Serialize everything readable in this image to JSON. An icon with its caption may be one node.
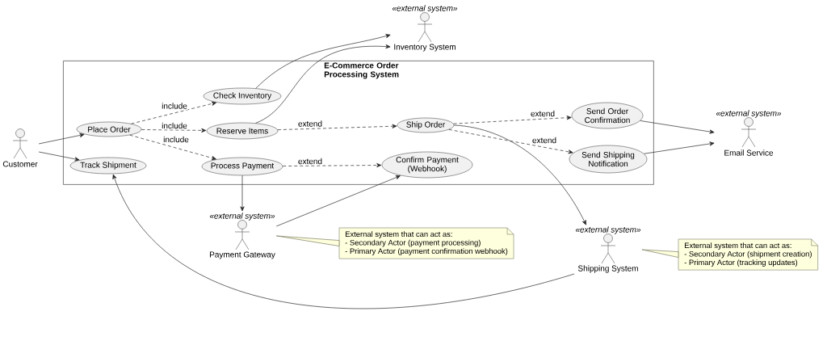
{
  "diagram": {
    "nodes": [
      {
        "text": [
          "E-Commerce Order Processing System"
        ]
      },
      {
        "text": [
          "Customer"
        ]
      },
      {
        "text": [
          "«external system»",
          "Inventory System"
        ]
      },
      {
        "text": [
          "Check Inventory"
        ],
        "in": 0
      },
      {
        "text": [
          "Place Order"
        ],
        "in": 0
      },
      {
        "text": [
          "Reserve Items"
        ],
        "in": 0
      },
      {
        "text": [
          "Ship Order"
        ],
        "in": 0
      },
      {
        "text": [
          "Send Order Confirmation"
        ],
        "in": 0
      },
      {
        "text": [
          "«external system»",
          "Email Service"
        ]
      },
      {
        "text": [
          "Track Shipment"
        ],
        "in": 0
      },
      {
        "text": [
          "Process Payment"
        ],
        "in": 0
      },
      {
        "text": [
          "Confirm Payment (Webhook)"
        ],
        "in": 0
      },
      {
        "text": [
          "Send Shipping Notification"
        ],
        "in": 0
      },
      {
        "text": [
          "«external system»",
          "Payment Gateway"
        ]
      },
      {
        "text": [
          "External system that can act as:",
          "- Secondary Actor (payment processing)",
          "- Primary Actor (payment confirmation webhook)"
        ]
      },
      {
        "text": [
          "«external system»",
          "Shipping System"
        ]
      },
      {
        "text": [
          "External system that can act as:",
          "- Secondary Actor (shipment creation)",
          "- Primary Actor (tracking updates)"
        ]
      }
    ],
    "edges": [
      {
        "from": 1,
        "to": 4,
        "arrow": "to"
      },
      {
        "from": 1,
        "to": 9,
        "arrow": "to"
      },
      {
        "from": 4,
        "to": 3,
        "arrow": "to",
        "label": "include",
        "style": "dashed"
      },
      {
        "from": 4,
        "to": 5,
        "arrow": "to",
        "label": "include",
        "style": "dashed"
      },
      {
        "from": 4,
        "to": 10,
        "arrow": "to",
        "label": "include",
        "style": "dashed"
      },
      {
        "from": 3,
        "to": 2,
        "arrow": "to"
      },
      {
        "from": 5,
        "to": 2,
        "arrow": "to"
      },
      {
        "from": 5,
        "to": 6,
        "arrow": "to",
        "label": "extend",
        "style": "dashed"
      },
      {
        "from": 10,
        "to": 11,
        "arrow": "to",
        "label": "extend",
        "style": "dashed"
      },
      {
        "from": 6,
        "to": 7,
        "arrow": "to",
        "label": "extend",
        "style": "dashed"
      },
      {
        "from": 6,
        "to": 12,
        "arrow": "to",
        "label": "extend",
        "style": "dashed"
      },
      {
        "from": 7,
        "to": 8,
        "arrow": "to"
      },
      {
        "from": 12,
        "to": 8,
        "arrow": "to"
      },
      {
        "from": 6,
        "to": 15,
        "arrow": "to"
      },
      {
        "from": 10,
        "to": 13,
        "arrow": "to"
      },
      {
        "from": 13,
        "to": 11,
        "arrow": "to"
      },
      {
        "from": 15,
        "to": 9,
        "arrow": "to"
      },
      {
        "from": 14,
        "to": 13,
        "arrow": "none"
      },
      {
        "from": 16,
        "to": 15,
        "arrow": "none"
      }
    ]
  }
}
